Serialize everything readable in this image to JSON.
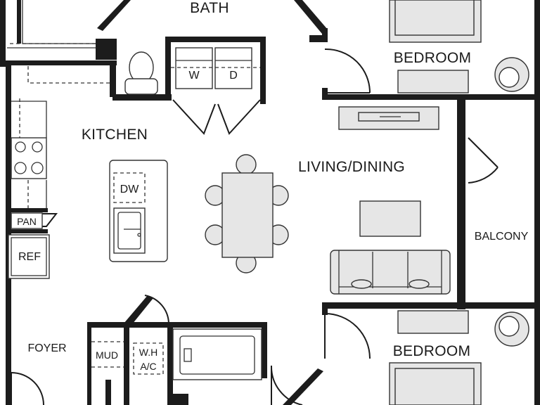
{
  "rooms": {
    "bath": "BATH",
    "bedroom_top": "BEDROOM",
    "kitchen": "KITCHEN",
    "living_dining": "LIVING/DINING",
    "balcony": "BALCONY",
    "foyer": "FOYER",
    "bedroom_bottom": "BEDROOM"
  },
  "fixtures": {
    "washer": "W",
    "dryer": "D",
    "dishwasher": "DW",
    "pantry": "PAN",
    "refrigerator": "REF",
    "mudroom": "MUD",
    "water_heater_line1": "W.H",
    "water_heater_line2": "A/C"
  },
  "colors": {
    "wall": "#1c1c1c",
    "furniture": "#e6e6e6",
    "background": "#ffffff"
  }
}
